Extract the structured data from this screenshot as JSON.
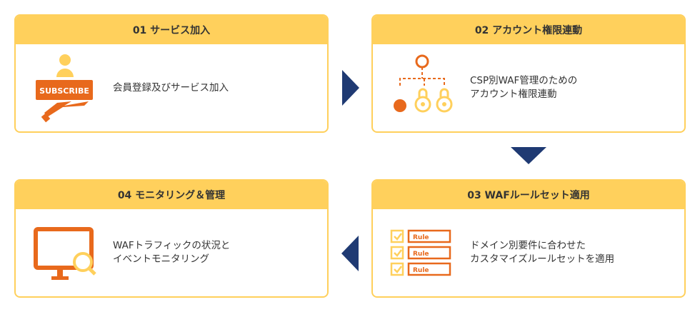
{
  "steps": [
    {
      "title": "01 サービス加入",
      "lines": [
        "会員登録及びサービス加入"
      ],
      "icon": "subscribe-icon",
      "icon_text": "SUBSCRIBE"
    },
    {
      "title": "02 アカウント権限連動",
      "lines": [
        "CSP別WAF管理のための",
        "アカウント権限連動"
      ],
      "icon": "account-hierarchy-icon"
    },
    {
      "title": "03 WAFルールセット適用",
      "lines": [
        "ドメイン別要件に合わせた",
        "カスタマイズルールセットを適用"
      ],
      "icon": "ruleset-checklist-icon",
      "rule_label": "Rule"
    },
    {
      "title": "04 モニタリング＆管理",
      "lines": [
        "WAFトラフィックの状況と",
        "イベントモニタリング"
      ],
      "icon": "monitor-search-icon"
    }
  ],
  "colors": {
    "header": "#ffd05c",
    "accent": "#e8691c",
    "navy": "#1f3a73"
  }
}
